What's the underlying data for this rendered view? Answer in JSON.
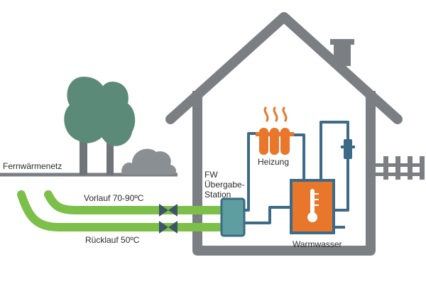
{
  "labels": {
    "network": "Fernwärmenetz",
    "flow": "Vorlauf 70-90ºC",
    "return": "Rücklauf 50ºC",
    "station_line1": "FW",
    "station_line2": "Übergabe-",
    "station_line3": "Station",
    "heating": "Heizung",
    "hot_water": "Warmwasser"
  },
  "icons": {
    "house": "house-outline-icon",
    "trees": "tree-icon",
    "bush": "bush-icon",
    "fence": "fence-icon",
    "chimney": "chimney-icon",
    "radiator": "radiator-icon",
    "heat_waves": "heat-waves-icon",
    "valves": "valve-icon",
    "thermometer": "thermometer-icon",
    "water_tap": "water-tap-icon"
  },
  "colors": {
    "house_outline": "#7b7f83",
    "tree": "#5c8a78",
    "trunk": "#6f7478",
    "bush": "#8a8f93",
    "ground": "#7b7f83",
    "flow_pipe": "#7cc04a",
    "return_pipe": "#7cc04a",
    "station": "#5f9ea0",
    "water_pipe": "#3d6a86",
    "heating": "#e8762b",
    "tank": "#e8762b",
    "valve": "#3d5566"
  }
}
